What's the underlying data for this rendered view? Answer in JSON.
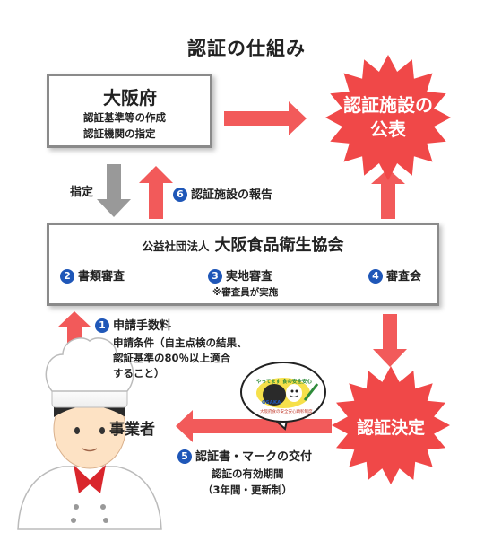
{
  "title": "認証の仕組み",
  "prefecture": {
    "name": "大阪府",
    "tasks": [
      "認証基準等の作成",
      "認証機関の指定"
    ]
  },
  "designation_label": "指定",
  "report": {
    "num": "6",
    "label": "認証施設の報告"
  },
  "association": {
    "prefix": "公益社団法人",
    "name": "大阪食品衛生協会",
    "steps": [
      {
        "num": "2",
        "label": "書類審査"
      },
      {
        "num": "3",
        "label": "実地審査",
        "note": "※審査員が実施"
      },
      {
        "num": "4",
        "label": "審査会"
      }
    ]
  },
  "application": {
    "num": "1",
    "label": "申請手数料",
    "conditions": [
      "申請条件（自主点検の結果、",
      "認証基準の80％以上適合",
      "すること）"
    ]
  },
  "operator_label": "事業者",
  "publication_label": [
    "認証施設の",
    "公表"
  ],
  "decision_label": "認証決定",
  "issuance": {
    "num": "5",
    "label": "認証書・マークの交付",
    "validity": "認証の有効期間",
    "validity_detail": "（3年間・更新制）"
  },
  "mark": {
    "top_text": "やってます 食の安全安心",
    "center_text": "OSAKA",
    "bottom_text": "大阪府食の安全安心顕彰制度"
  },
  "colors": {
    "arrow_red": "#f25a5a",
    "arrow_gray": "#999999",
    "star_red": "#f04848",
    "number_blue": "#1f57b8"
  }
}
